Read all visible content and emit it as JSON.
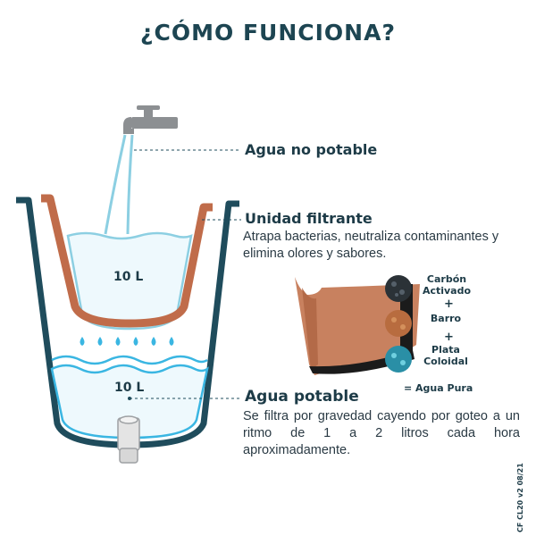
{
  "title": "¿CÓMO FUNCIONA?",
  "labels": {
    "agua_no_potable": "Agua no potable",
    "unidad_filtrante": "Unidad filtrante",
    "unidad_filtrante_desc": "Atrapa bacterias, neutraliza contaminantes y elimina olores y sabores.",
    "agua_potable": "Agua potable",
    "agua_potable_desc": "Se filtra por gravedad cayendo por goteo a un ritmo de 1 a 2 litros cada hora aproximadamente."
  },
  "volumes": {
    "upper": "10 L",
    "lower": "10 L"
  },
  "filter_layers": {
    "carbon": "Carbón Activado",
    "plus1": "+",
    "barro": "Barro",
    "plus2": "+",
    "plata": "Plata Coloidal",
    "result": "= Agua Pura"
  },
  "code": "CF CL20 v2 08/21",
  "colors": {
    "title": "#1d4552",
    "outer_container": "#1f4c5c",
    "filter_unit": "#c06c4a",
    "water": "#3ab6e2",
    "water_fill": "#eef9fd",
    "faucet": "#8c8f92"
  }
}
